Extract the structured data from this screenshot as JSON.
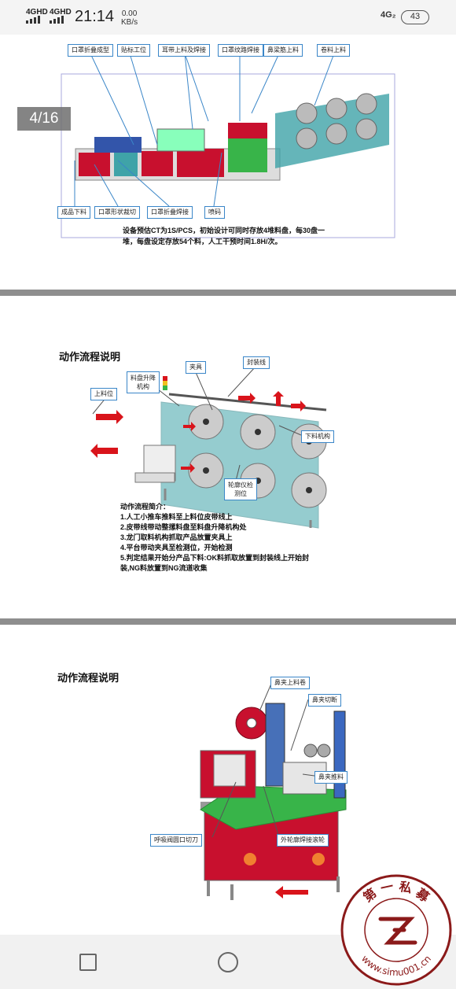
{
  "status_bar": {
    "sim1": "4GHD",
    "sim2": "4GHD",
    "time": "21:14",
    "net_speed_value": "0.00",
    "net_speed_unit": "KB/s",
    "network_type": "4G₂",
    "battery": "43"
  },
  "viewer": {
    "page_counter": "4/16"
  },
  "page1": {
    "labels_top": [
      "口罩折叠成型",
      "贴标工位",
      "耳带上料及焊接",
      "口罩纹路焊接",
      "鼻梁筋上料",
      "卷料上料"
    ],
    "labels_bottom": [
      "成品下料",
      "口罩形状裁切",
      "口罩折叠焊接",
      "喷码"
    ],
    "note_line1": "设备预估CT为1S/PCS，初始设计可同时存放4堆料盘，每30盘一",
    "note_line2": "堆，每盘设定存放54个料，人工干预时间1.8H/次。"
  },
  "page2": {
    "title": "动作流程说明",
    "labels": {
      "tray_lift_1": "料盘升降",
      "tray_lift_2": "机构",
      "fixture": "夹具",
      "seal_line": "封装线",
      "loading_position": "上料位",
      "unloading_mechanism": "下料机构",
      "contour_1": "轮廓仪检",
      "contour_2": "测位"
    },
    "steps_title": "动作流程简介：",
    "steps": [
      "1.人工小推车推料至上料位皮带线上",
      "2.皮带线带动整摞料盘至料盘升降机构处",
      "3.龙门取料机构抓取产品放置夹具上",
      "4.平台带动夹具至检测位，开始检测",
      "5.判定结果开始分产品下料:OK料抓取放置到封装线上开始封",
      "装,NG料放置到NG流道收集"
    ]
  },
  "page3": {
    "title": "动作流程说明",
    "labels": {
      "nose_clip_feed": "鼻夹上料卷",
      "nose_clip_cut": "鼻夹切断",
      "nose_clip_push": "鼻夹推料",
      "valve_cutter": "呼吸阀圆口切刀",
      "outer_weld_roller": "外轮廓焊接滚轮"
    }
  },
  "watermark": {
    "text_top": "第 一 私 募",
    "url": "www.simu001.cn"
  },
  "colors": {
    "machine_red": "#c8102e",
    "machine_teal": "#3fa3a8",
    "machine_green": "#38b449",
    "label_border": "#3a86c8",
    "arrow_red": "#d9141b"
  }
}
